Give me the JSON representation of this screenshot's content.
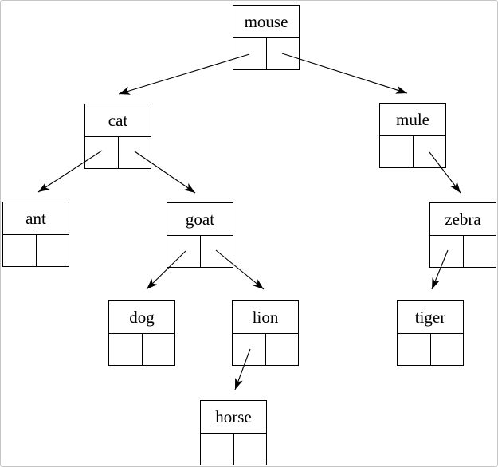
{
  "diagram": {
    "type": "binary-tree-linked-nodes",
    "background_color": "#ffffff",
    "frame_border_color": "#c6c6c6",
    "node_border_color": "#000000",
    "text_color": "#000000",
    "arrow_color": "#000000"
  },
  "nodes": {
    "mouse": {
      "label": "mouse"
    },
    "cat": {
      "label": "cat"
    },
    "mule": {
      "label": "mule"
    },
    "ant": {
      "label": "ant"
    },
    "goat": {
      "label": "goat"
    },
    "zebra": {
      "label": "zebra"
    },
    "dog": {
      "label": "dog"
    },
    "lion": {
      "label": "lion"
    },
    "tiger": {
      "label": "tiger"
    },
    "horse": {
      "label": "horse"
    }
  },
  "edges": [
    {
      "from": "mouse",
      "pointer": "left",
      "to": "cat"
    },
    {
      "from": "mouse",
      "pointer": "right",
      "to": "mule"
    },
    {
      "from": "cat",
      "pointer": "left",
      "to": "ant"
    },
    {
      "from": "cat",
      "pointer": "right",
      "to": "goat"
    },
    {
      "from": "goat",
      "pointer": "left",
      "to": "dog"
    },
    {
      "from": "goat",
      "pointer": "right",
      "to": "lion"
    },
    {
      "from": "lion",
      "pointer": "left",
      "to": "horse"
    },
    {
      "from": "mule",
      "pointer": "right",
      "to": "zebra"
    },
    {
      "from": "zebra",
      "pointer": "left",
      "to": "tiger"
    }
  ]
}
